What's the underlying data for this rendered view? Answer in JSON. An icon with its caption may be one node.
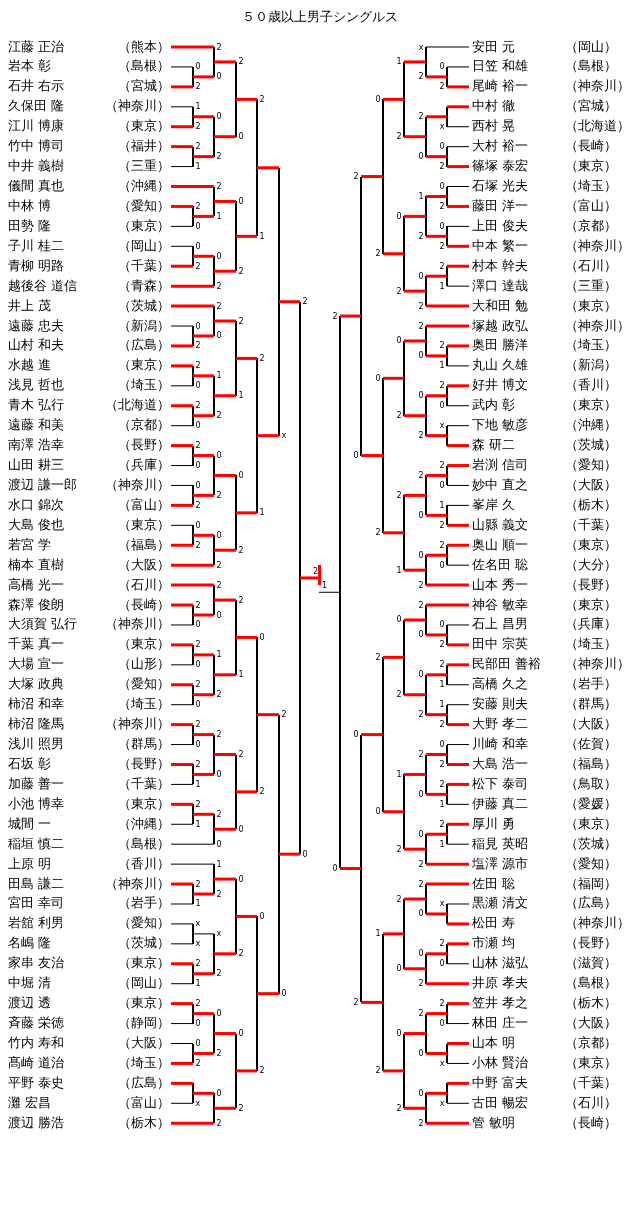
{
  "diagram": {
    "title": "５０歳以上男子シングルス",
    "nodes": [
      {
        "text": [
          "江藤 正治",
          "（熊本）"
        ]
      },
      {
        "text": [
          "岩本 彰",
          "（島根）"
        ]
      },
      {
        "text": [
          "石井 右示",
          "（宮城）"
        ]
      },
      {
        "text": [
          "久保田 隆",
          "（神奈川）"
        ]
      },
      {
        "text": [
          "江川 博康",
          "（東京）"
        ]
      },
      {
        "text": [
          "竹中 博司",
          "（福井）"
        ]
      },
      {
        "text": [
          "中井 義樹",
          "（三重）"
        ]
      },
      {
        "text": [
          "儀間 真也",
          "（沖縄）"
        ]
      },
      {
        "text": [
          "中林 博",
          "（愛知）"
        ]
      },
      {
        "text": [
          "田勢 隆",
          "（東京）"
        ]
      },
      {
        "text": [
          "子川 桂二",
          "（岡山）"
        ]
      },
      {
        "text": [
          "青柳 明路",
          "（千葉）"
        ]
      },
      {
        "text": [
          "越後谷 道信",
          "（青森）"
        ]
      },
      {
        "text": [
          "井上 茂",
          "（茨城）"
        ]
      },
      {
        "text": [
          "遠藤 忠夫",
          "（新潟）"
        ]
      },
      {
        "text": [
          "山村 和夫",
          "（広島）"
        ]
      },
      {
        "text": [
          "水越 進",
          "（東京）"
        ]
      },
      {
        "text": [
          "浅見 哲也",
          "（埼玉）"
        ]
      },
      {
        "text": [
          "青木 弘行",
          "（北海道）"
        ]
      },
      {
        "text": [
          "遠藤 和美",
          "（京都）"
        ]
      },
      {
        "text": [
          "南澤 浩幸",
          "（長野）"
        ]
      },
      {
        "text": [
          "山田 耕三",
          "（兵庫）"
        ]
      },
      {
        "text": [
          "渡辺 謙一郎",
          "（神奈川）"
        ]
      },
      {
        "text": [
          "水口 錦次",
          "（富山）"
        ]
      },
      {
        "text": [
          "大島 俊也",
          "（東京）"
        ]
      },
      {
        "text": [
          "若宮 学",
          "（福島）"
        ]
      },
      {
        "text": [
          "楠本 直樹",
          "（大阪）"
        ]
      },
      {
        "text": [
          "高橋 光一",
          "（石川）"
        ]
      },
      {
        "text": [
          "森澤 俊朗",
          "（長崎）"
        ]
      },
      {
        "text": [
          "大須賀 弘行",
          "（神奈川）"
        ]
      },
      {
        "text": [
          "千葉 真一",
          "（東京）"
        ]
      },
      {
        "text": [
          "大場 宣一",
          "（山形）"
        ]
      },
      {
        "text": [
          "大塚 政典",
          "（愛知）"
        ]
      },
      {
        "text": [
          "柿沼 和幸",
          "（埼玉）"
        ]
      },
      {
        "text": [
          "柿沼 隆馬",
          "（神奈川）"
        ]
      },
      {
        "text": [
          "浅川 照男",
          "（群馬）"
        ]
      },
      {
        "text": [
          "石坂 彰",
          "（長野）"
        ]
      },
      {
        "text": [
          "加藤 善一",
          "（千葉）"
        ]
      },
      {
        "text": [
          "小池 博幸",
          "（東京）"
        ]
      },
      {
        "text": [
          "城間 一",
          "（沖縄）"
        ]
      },
      {
        "text": [
          "稲垣 慎二",
          "（島根）"
        ]
      },
      {
        "text": [
          "上原 明",
          "（香川）"
        ]
      },
      {
        "text": [
          "田島 謙二",
          "（神奈川）"
        ]
      },
      {
        "text": [
          "宮田 幸司",
          "（岩手）"
        ]
      },
      {
        "text": [
          "岩舘 利男",
          "（愛知）"
        ]
      },
      {
        "text": [
          "名嶋 隆",
          "（茨城）"
        ]
      },
      {
        "text": [
          "家串 友治",
          "（東京）"
        ]
      },
      {
        "text": [
          "中堀 清",
          "（岡山）"
        ]
      },
      {
        "text": [
          "渡辺 透",
          "（東京）"
        ]
      },
      {
        "text": [
          "斉藤 栄徳",
          "（静岡）"
        ]
      },
      {
        "text": [
          "竹内 寿和",
          "（大阪）"
        ]
      },
      {
        "text": [
          "髙崎 道治",
          "（埼玉）"
        ]
      },
      {
        "text": [
          "平野 泰史",
          "（広島）"
        ]
      },
      {
        "text": [
          "灘 宏昌",
          "（富山）"
        ]
      },
      {
        "text": [
          "渡辺 勝浩",
          "（栃木）"
        ]
      },
      {
        "text": [
          "安田 元",
          "（岡山）"
        ]
      },
      {
        "text": [
          "日笠 和雄",
          "（島根）"
        ]
      },
      {
        "text": [
          "尾崎 裕一",
          "（神奈川）"
        ]
      },
      {
        "text": [
          "中村 徹",
          "（宮城）"
        ]
      },
      {
        "text": [
          "西村 晃",
          "（北海道）"
        ]
      },
      {
        "text": [
          "大村 裕一",
          "（長崎）"
        ]
      },
      {
        "text": [
          "篠塚 泰宏",
          "（東京）"
        ]
      },
      {
        "text": [
          "石塚 光夫",
          "（埼玉）"
        ]
      },
      {
        "text": [
          "藤田 洋一",
          "（富山）"
        ]
      },
      {
        "text": [
          "上田 俊夫",
          "（京都）"
        ]
      },
      {
        "text": [
          "中本 繁一",
          "（神奈川）"
        ]
      },
      {
        "text": [
          "村本 幹夫",
          "（石川）"
        ]
      },
      {
        "text": [
          "澤口 達哉",
          "（三重）"
        ]
      },
      {
        "text": [
          "大和田 勉",
          "（東京）"
        ]
      },
      {
        "text": [
          "塚越 政弘",
          "（神奈川）"
        ]
      },
      {
        "text": [
          "奥田 勝洋",
          "（埼玉）"
        ]
      },
      {
        "text": [
          "丸山 久雄",
          "（新潟）"
        ]
      },
      {
        "text": [
          "好井 博文",
          "（香川）"
        ]
      },
      {
        "text": [
          "武内 彰",
          "（東京）"
        ]
      },
      {
        "text": [
          "下地 敏彦",
          "（沖縄）"
        ]
      },
      {
        "text": [
          "森 研二",
          "（茨城）"
        ]
      },
      {
        "text": [
          "岩渕 信司",
          "（愛知）"
        ]
      },
      {
        "text": [
          "妙中 直之",
          "（大阪）"
        ]
      },
      {
        "text": [
          "峯岸 久",
          "（栃木）"
        ]
      },
      {
        "text": [
          "山縣 義文",
          "（千葉）"
        ]
      },
      {
        "text": [
          "奥山 順一",
          "（東京）"
        ]
      },
      {
        "text": [
          "佐名田 聡",
          "（大分）"
        ]
      },
      {
        "text": [
          "山本 秀一",
          "（長野）"
        ]
      },
      {
        "text": [
          "神谷 敏幸",
          "（東京）"
        ]
      },
      {
        "text": [
          "石上 昌男",
          "（兵庫）"
        ]
      },
      {
        "text": [
          "田中 宗英",
          "（埼玉）"
        ]
      },
      {
        "text": [
          "民部田 善裕",
          "（神奈川）"
        ]
      },
      {
        "text": [
          "高橋 久之",
          "（岩手）"
        ]
      },
      {
        "text": [
          "安藤 則夫",
          "（群馬）"
        ]
      },
      {
        "text": [
          "大野 孝二",
          "（大阪）"
        ]
      },
      {
        "text": [
          "川崎 和幸",
          "（佐賀）"
        ]
      },
      {
        "text": [
          "大島 浩一",
          "（福島）"
        ]
      },
      {
        "text": [
          "松下 泰司",
          "（鳥取）"
        ]
      },
      {
        "text": [
          "伊藤 真二",
          "（愛媛）"
        ]
      },
      {
        "text": [
          "厚川 勇",
          "（東京）"
        ]
      },
      {
        "text": [
          "稲見 英昭",
          "（茨城）"
        ]
      },
      {
        "text": [
          "塩澤 源市",
          "（愛知）"
        ]
      },
      {
        "text": [
          "佐田 聡",
          "（福岡）"
        ]
      },
      {
        "text": [
          "黒瀬 清文",
          "（広島）"
        ]
      },
      {
        "text": [
          "松田 寿",
          "（神奈川）"
        ]
      },
      {
        "text": [
          "市瀬 均",
          "（長野）"
        ]
      },
      {
        "text": [
          "山林 滋弘",
          "（滋賀）"
        ]
      },
      {
        "text": [
          "井原 孝夫",
          "（島根）"
        ]
      },
      {
        "text": [
          "笠井 孝之",
          "（栃木）"
        ]
      },
      {
        "text": [
          "林田 庄一",
          "（大阪）"
        ]
      },
      {
        "text": [
          "山本 明",
          "（京都）"
        ]
      },
      {
        "text": [
          "小林 賢治",
          "（東京）"
        ]
      },
      {
        "text": [
          "中野 富夫",
          "（千葉）"
        ]
      },
      {
        "text": [
          "古田 暢宏",
          "（石川）"
        ]
      },
      {
        "text": [
          "管 敏明",
          "（長崎）"
        ]
      },
      {
        "text": [],
        "shape": "bar"
      },
      {
        "text": [],
        "shape": "bar"
      },
      {
        "text": [],
        "shape": "bar"
      },
      {
        "text": [],
        "shape": "bar"
      },
      {
        "text": [],
        "shape": "bar"
      },
      {
        "text": [],
        "shape": "bar"
      },
      {
        "text": [],
        "shape": "bar"
      },
      {
        "text": [],
        "shape": "bar"
      },
      {
        "text": [],
        "shape": "bar"
      },
      {
        "text": [],
        "shape": "bar"
      },
      {
        "text": [],
        "shape": "bar"
      },
      {
        "text": [],
        "shape": "bar"
      },
      {
        "text": [],
        "shape": "bar"
      },
      {
        "text": [],
        "shape": "bar"
      },
      {
        "text": [],
        "shape": "bar"
      },
      {
        "text": [],
        "shape": "bar"
      },
      {
        "text": [],
        "shape": "bar"
      },
      {
        "text": [],
        "shape": "bar"
      },
      {
        "text": [],
        "shape": "bar"
      },
      {
        "text": [],
        "shape": "bar"
      },
      {
        "text": [],
        "shape": "bar"
      },
      {
        "text": [],
        "shape": "bar"
      },
      {
        "text": [],
        "shape": "bar"
      },
      {
        "text": [],
        "shape": "bar"
      },
      {
        "text": [],
        "shape": "bar"
      },
      {
        "text": [],
        "shape": "bar"
      },
      {
        "text": [],
        "shape": "bar"
      },
      {
        "text": [],
        "shape": "bar"
      },
      {
        "text": [],
        "shape": "bar"
      },
      {
        "text": [],
        "shape": "bar"
      },
      {
        "text": [],
        "shape": "bar"
      },
      {
        "text": [],
        "shape": "bar"
      },
      {
        "text": [],
        "shape": "bar"
      },
      {
        "text": [],
        "shape": "bar"
      },
      {
        "text": [],
        "shape": "bar"
      },
      {
        "text": [],
        "shape": "bar"
      },
      {
        "text": [],
        "shape": "bar"
      },
      {
        "text": [],
        "shape": "bar"
      },
      {
        "text": [],
        "shape": "bar"
      },
      {
        "text": [],
        "shape": "bar"
      },
      {
        "text": [],
        "shape": "bar"
      },
      {
        "text": [],
        "shape": "bar"
      },
      {
        "text": [],
        "shape": "bar"
      },
      {
        "text": [],
        "shape": "bar"
      },
      {
        "text": [],
        "shape": "bar"
      },
      {
        "text": [],
        "shape": "bar"
      },
      {
        "text": [],
        "shape": "bar"
      },
      {
        "text": [],
        "shape": "bar"
      },
      {
        "text": [],
        "shape": "bar"
      },
      {
        "text": [],
        "shape": "bar"
      },
      {
        "text": [],
        "shape": "bar"
      },
      {
        "text": [],
        "shape": "bar"
      },
      {
        "text": [],
        "shape": "bar"
      },
      {
        "text": [],
        "shape": "bar"
      },
      {
        "text": [],
        "shape": "bar"
      },
      {
        "text": [],
        "shape": "bar"
      },
      {
        "text": [],
        "shape": "bar"
      },
      {
        "text": [],
        "shape": "bar"
      },
      {
        "text": [],
        "shape": "bar"
      },
      {
        "text": [],
        "shape": "bar"
      },
      {
        "text": [],
        "shape": "bar"
      },
      {
        "text": [],
        "shape": "bar"
      },
      {
        "text": [],
        "shape": "bar"
      },
      {
        "text": [],
        "shape": "bar"
      },
      {
        "text": [],
        "shape": "bar"
      },
      {
        "text": [],
        "shape": "bar"
      },
      {
        "text": [],
        "shape": "bar"
      },
      {
        "text": [],
        "shape": "bar"
      },
      {
        "text": [],
        "shape": "bar"
      },
      {
        "text": [],
        "shape": "bar"
      },
      {
        "text": [],
        "shape": "bar"
      },
      {
        "text": [],
        "shape": "bar"
      },
      {
        "text": [],
        "shape": "bar"
      },
      {
        "text": [],
        "shape": "bar"
      },
      {
        "text": [],
        "shape": "bar"
      },
      {
        "text": [],
        "shape": "bar"
      },
      {
        "text": [],
        "shape": "bar"
      },
      {
        "text": [],
        "shape": "bar"
      },
      {
        "text": [],
        "shape": "bar"
      },
      {
        "text": [],
        "shape": "bar"
      },
      {
        "text": [],
        "shape": "bar"
      },
      {
        "text": [],
        "shape": "bar"
      },
      {
        "text": [],
        "shape": "bar"
      },
      {
        "text": [],
        "shape": "bar"
      },
      {
        "text": [],
        "shape": "bar"
      },
      {
        "text": [],
        "shape": "bar"
      },
      {
        "text": [],
        "shape": "bar"
      },
      {
        "text": [],
        "shape": "bar"
      },
      {
        "text": [],
        "shape": "bar"
      },
      {
        "text": [],
        "shape": "bar"
      },
      {
        "text": [],
        "shape": "bar"
      },
      {
        "text": [],
        "shape": "bar"
      },
      {
        "text": [],
        "shape": "bar"
      },
      {
        "text": [],
        "shape": "bar"
      },
      {
        "text": [],
        "shape": "bar"
      },
      {
        "text": [],
        "shape": "bar"
      },
      {
        "text": [],
        "shape": "bar"
      },
      {
        "text": [],
        "shape": "bar"
      },
      {
        "text": [],
        "shape": "bar"
      },
      {
        "text": [],
        "shape": "bar"
      },
      {
        "text": [],
        "shape": "bar"
      },
      {
        "text": [],
        "shape": "bar"
      },
      {
        "text": [],
        "shape": "bar"
      },
      {
        "text": [],
        "shape": "bar"
      },
      {
        "text": [],
        "shape": "bar"
      },
      {
        "text": [],
        "shape": "bar"
      },
      {
        "text": [],
        "shape": "bar"
      },
      {
        "text": [],
        "shape": "bar"
      },
      {
        "text": [],
        "shape": "bar"
      }
    ],
    "edges": [
      {
        "from": 1,
        "to": 110,
        "arrow": "none",
        "label": "0",
        "color": "#000000"
      },
      {
        "from": 2,
        "to": 110,
        "arrow": "none",
        "label": "2"
      },
      {
        "from": 0,
        "to": 111,
        "arrow": "none",
        "label": "2"
      },
      {
        "from": 110,
        "to": 111,
        "arrow": "none",
        "label": "0"
      },
      {
        "from": 3,
        "to": 112,
        "arrow": "none",
        "label": "1",
        "color": "#000000"
      },
      {
        "from": 4,
        "to": 112,
        "arrow": "none",
        "label": "2"
      },
      {
        "from": 5,
        "to": 113,
        "arrow": "none",
        "label": "2"
      },
      {
        "from": 6,
        "to": 113,
        "arrow": "none",
        "label": "1",
        "color": "#000000"
      },
      {
        "from": 112,
        "to": 114,
        "arrow": "none",
        "label": "0"
      },
      {
        "from": 113,
        "to": 114,
        "arrow": "none",
        "label": "2"
      },
      {
        "from": 111,
        "to": 115,
        "arrow": "none",
        "label": "2"
      },
      {
        "from": 114,
        "to": 115,
        "arrow": "none",
        "label": "0"
      },
      {
        "from": 8,
        "to": 116,
        "arrow": "none",
        "label": "2"
      },
      {
        "from": 9,
        "to": 116,
        "arrow": "none",
        "label": "0",
        "color": "#000000"
      },
      {
        "from": 7,
        "to": 117,
        "arrow": "none",
        "label": "2"
      },
      {
        "from": 116,
        "to": 117,
        "arrow": "none",
        "label": "1"
      },
      {
        "from": 10,
        "to": 118,
        "arrow": "none",
        "label": "0",
        "color": "#000000"
      },
      {
        "from": 11,
        "to": 118,
        "arrow": "none",
        "label": "2"
      },
      {
        "from": 118,
        "to": 119,
        "arrow": "none",
        "label": "0"
      },
      {
        "from": 12,
        "to": 119,
        "arrow": "none",
        "label": "2"
      },
      {
        "from": 117,
        "to": 120,
        "arrow": "none",
        "label": "0"
      },
      {
        "from": 119,
        "to": 120,
        "arrow": "none",
        "label": "2"
      },
      {
        "from": 115,
        "to": 121,
        "arrow": "none",
        "label": "2"
      },
      {
        "from": 120,
        "to": 121,
        "arrow": "none",
        "label": "1"
      },
      {
        "from": 14,
        "to": 122,
        "arrow": "none",
        "label": "0",
        "color": "#000000"
      },
      {
        "from": 15,
        "to": 122,
        "arrow": "none",
        "label": "2"
      },
      {
        "from": 13,
        "to": 123,
        "arrow": "none",
        "label": "2"
      },
      {
        "from": 122,
        "to": 123,
        "arrow": "none",
        "label": "0"
      },
      {
        "from": 16,
        "to": 124,
        "arrow": "none",
        "label": "2"
      },
      {
        "from": 17,
        "to": 124,
        "arrow": "none",
        "label": "0",
        "color": "#000000"
      },
      {
        "from": 18,
        "to": 125,
        "arrow": "none",
        "label": "2"
      },
      {
        "from": 19,
        "to": 125,
        "arrow": "none",
        "label": "0",
        "color": "#000000"
      },
      {
        "from": 124,
        "to": 126,
        "arrow": "none",
        "label": "1"
      },
      {
        "from": 125,
        "to": 126,
        "arrow": "none",
        "label": "2"
      },
      {
        "from": 123,
        "to": 127,
        "arrow": "none",
        "label": "2"
      },
      {
        "from": 126,
        "to": 127,
        "arrow": "none",
        "label": "1"
      },
      {
        "from": 20,
        "to": 128,
        "arrow": "none",
        "label": "2"
      },
      {
        "from": 21,
        "to": 128,
        "arrow": "none",
        "label": "0",
        "color": "#000000"
      },
      {
        "from": 22,
        "to": 129,
        "arrow": "none",
        "label": "0",
        "color": "#000000"
      },
      {
        "from": 23,
        "to": 129,
        "arrow": "none",
        "label": "2"
      },
      {
        "from": 128,
        "to": 130,
        "arrow": "none",
        "label": "0"
      },
      {
        "from": 129,
        "to": 130,
        "arrow": "none",
        "label": "2"
      },
      {
        "from": 24,
        "to": 131,
        "arrow": "none",
        "label": "0",
        "color": "#000000"
      },
      {
        "from": 25,
        "to": 131,
        "arrow": "none",
        "label": "2"
      },
      {
        "from": 131,
        "to": 132,
        "arrow": "none",
        "label": "0"
      },
      {
        "from": 26,
        "to": 132,
        "arrow": "none",
        "label": "2"
      },
      {
        "from": 130,
        "to": 133,
        "arrow": "none",
        "label": "0"
      },
      {
        "from": 132,
        "to": 133,
        "arrow": "none",
        "label": "2"
      },
      {
        "from": 127,
        "to": 134,
        "arrow": "none",
        "label": "2"
      },
      {
        "from": 133,
        "to": 134,
        "arrow": "none",
        "label": "1"
      },
      {
        "from": 121,
        "to": 135,
        "arrow": "none"
      },
      {
        "from": 134,
        "to": 135,
        "arrow": "none",
        "label": "x"
      },
      {
        "from": 28,
        "to": 136,
        "arrow": "none",
        "label": "2"
      },
      {
        "from": 29,
        "to": 136,
        "arrow": "none",
        "label": "0",
        "color": "#000000"
      },
      {
        "from": 27,
        "to": 137,
        "arrow": "none",
        "label": "2"
      },
      {
        "from": 136,
        "to": 137,
        "arrow": "none",
        "label": "0"
      },
      {
        "from": 30,
        "to": 138,
        "arrow": "none",
        "label": "2"
      },
      {
        "from": 31,
        "to": 138,
        "arrow": "none",
        "label": "0",
        "color": "#000000"
      },
      {
        "from": 32,
        "to": 139,
        "arrow": "none",
        "label": "2"
      },
      {
        "from": 33,
        "to": 139,
        "arrow": "none",
        "label": "0",
        "color": "#000000"
      },
      {
        "from": 138,
        "to": 140,
        "arrow": "none",
        "label": "1"
      },
      {
        "from": 139,
        "to": 140,
        "arrow": "none",
        "label": "2"
      },
      {
        "from": 137,
        "to": 141,
        "arrow": "none",
        "label": "2"
      },
      {
        "from": 140,
        "to": 141,
        "arrow": "none",
        "label": "1"
      },
      {
        "from": 34,
        "to": 142,
        "arrow": "none",
        "label": "2"
      },
      {
        "from": 35,
        "to": 142,
        "arrow": "none",
        "label": "0",
        "color": "#000000"
      },
      {
        "from": 36,
        "to": 143,
        "arrow": "none",
        "label": "2"
      },
      {
        "from": 37,
        "to": 143,
        "arrow": "none",
        "label": "1",
        "color": "#000000"
      },
      {
        "from": 142,
        "to": 144,
        "arrow": "none",
        "label": "2"
      },
      {
        "from": 143,
        "to": 144,
        "arrow": "none",
        "label": "0"
      },
      {
        "from": 38,
        "to": 145,
        "arrow": "none",
        "label": "2"
      },
      {
        "from": 39,
        "to": 145,
        "arrow": "none",
        "label": "1",
        "color": "#000000"
      },
      {
        "from": 145,
        "to": 146,
        "arrow": "none",
        "label": "2"
      },
      {
        "from": 40,
        "to": 146,
        "arrow": "none",
        "label": "0",
        "color": "#000000"
      },
      {
        "from": 144,
        "to": 147,
        "arrow": "none",
        "label": "2"
      },
      {
        "from": 146,
        "to": 147,
        "arrow": "none",
        "label": "0"
      },
      {
        "from": 141,
        "to": 148,
        "arrow": "none",
        "label": "0"
      },
      {
        "from": 147,
        "to": 148,
        "arrow": "none",
        "label": "2"
      },
      {
        "from": 42,
        "to": 149,
        "arrow": "none",
        "label": "2"
      },
      {
        "from": 43,
        "to": 149,
        "arrow": "none",
        "label": "1",
        "color": "#000000"
      },
      {
        "from": 41,
        "to": 150,
        "arrow": "none",
        "label": "1",
        "color": "#000000"
      },
      {
        "from": 149,
        "to": 150,
        "arrow": "none",
        "label": "2"
      },
      {
        "from": 44,
        "to": 151,
        "arrow": "none",
        "label": "x",
        "color": "#000000"
      },
      {
        "from": 45,
        "to": 151,
        "arrow": "none",
        "label": "x",
        "color": "#000000"
      },
      {
        "from": 46,
        "to": 152,
        "arrow": "none",
        "label": "2"
      },
      {
        "from": 47,
        "to": 152,
        "arrow": "none",
        "label": "1",
        "color": "#000000"
      },
      {
        "from": 151,
        "to": 153,
        "arrow": "none",
        "label": "x",
        "color": "#000000"
      },
      {
        "from": 152,
        "to": 153,
        "arrow": "none",
        "label": "2"
      },
      {
        "from": 150,
        "to": 154,
        "arrow": "none",
        "label": "0"
      },
      {
        "from": 153,
        "to": 154,
        "arrow": "none",
        "label": "2"
      },
      {
        "from": 48,
        "to": 155,
        "arrow": "none",
        "label": "2"
      },
      {
        "from": 49,
        "to": 155,
        "arrow": "none",
        "label": "0",
        "color": "#000000"
      },
      {
        "from": 50,
        "to": 156,
        "arrow": "none",
        "label": "0",
        "color": "#000000"
      },
      {
        "from": 51,
        "to": 156,
        "arrow": "none",
        "label": "2"
      },
      {
        "from": 155,
        "to": 157,
        "arrow": "none",
        "label": "0"
      },
      {
        "from": 156,
        "to": 157,
        "arrow": "none",
        "label": "2"
      },
      {
        "from": 52,
        "to": 158,
        "arrow": "none"
      },
      {
        "from": 53,
        "to": 158,
        "arrow": "none",
        "label": "x",
        "color": "#000000"
      },
      {
        "from": 158,
        "to": 159,
        "arrow": "none",
        "label": "0"
      },
      {
        "from": 54,
        "to": 159,
        "arrow": "none",
        "label": "2"
      },
      {
        "from": 157,
        "to": 160,
        "arrow": "none",
        "label": "0"
      },
      {
        "from": 159,
        "to": 160,
        "arrow": "none",
        "label": "2"
      },
      {
        "from": 154,
        "to": 161,
        "arrow": "none",
        "label": "0"
      },
      {
        "from": 160,
        "to": 161,
        "arrow": "none",
        "label": "2"
      },
      {
        "from": 148,
        "to": 162,
        "arrow": "none",
        "label": "2"
      },
      {
        "from": 161,
        "to": 162,
        "arrow": "none",
        "label": "0"
      },
      {
        "from": 135,
        "to": 163,
        "arrow": "none",
        "label": "2"
      },
      {
        "from": 162,
        "to": 163,
        "arrow": "none",
        "label": "0"
      },
      {
        "from": 56,
        "to": 164,
        "arrow": "none",
        "label": "0",
        "color": "#000000"
      },
      {
        "from": 57,
        "to": 164,
        "arrow": "none",
        "label": "2"
      },
      {
        "from": 55,
        "to": 165,
        "arrow": "none",
        "label": "x",
        "color": "#000000"
      },
      {
        "from": 164,
        "to": 165,
        "arrow": "none",
        "label": "2"
      },
      {
        "from": 58,
        "to": 166,
        "arrow": "none"
      },
      {
        "from": 59,
        "to": 166,
        "arrow": "none",
        "label": "x",
        "color": "#000000"
      },
      {
        "from": 60,
        "to": 167,
        "arrow": "none",
        "label": "0",
        "color": "#000000"
      },
      {
        "from": 61,
        "to": 167,
        "arrow": "none",
        "label": "2"
      },
      {
        "from": 166,
        "to": 168,
        "arrow": "none",
        "label": "2"
      },
      {
        "from": 167,
        "to": 168,
        "arrow": "none",
        "label": "0"
      },
      {
        "from": 165,
        "to": 169,
        "arrow": "none",
        "label": "1"
      },
      {
        "from": 168,
        "to": 169,
        "arrow": "none",
        "label": "2"
      },
      {
        "from": 62,
        "to": 170,
        "arrow": "none",
        "label": "0",
        "color": "#000000"
      },
      {
        "from": 63,
        "to": 170,
        "arrow": "none",
        "label": "2"
      },
      {
        "from": 64,
        "to": 171,
        "arrow": "none",
        "label": "0",
        "color": "#000000"
      },
      {
        "from": 65,
        "to": 171,
        "arrow": "none",
        "label": "2"
      },
      {
        "from": 170,
        "to": 172,
        "arrow": "none",
        "label": "1"
      },
      {
        "from": 171,
        "to": 172,
        "arrow": "none",
        "label": "2"
      },
      {
        "from": 66,
        "to": 173,
        "arrow": "none",
        "label": "2"
      },
      {
        "from": 67,
        "to": 173,
        "arrow": "none",
        "label": "1",
        "color": "#000000"
      },
      {
        "from": 173,
        "to": 174,
        "arrow": "none",
        "label": "0"
      },
      {
        "from": 68,
        "to": 174,
        "arrow": "none",
        "label": "2"
      },
      {
        "from": 172,
        "to": 175,
        "arrow": "none",
        "label": "0"
      },
      {
        "from": 174,
        "to": 175,
        "arrow": "none",
        "label": "2"
      },
      {
        "from": 169,
        "to": 176,
        "arrow": "none",
        "label": "0"
      },
      {
        "from": 175,
        "to": 176,
        "arrow": "none",
        "label": "2"
      },
      {
        "from": 70,
        "to": 177,
        "arrow": "none",
        "label": "2"
      },
      {
        "from": 71,
        "to": 177,
        "arrow": "none",
        "label": "1",
        "color": "#000000"
      },
      {
        "from": 69,
        "to": 178,
        "arrow": "none",
        "label": "2"
      },
      {
        "from": 177,
        "to": 178,
        "arrow": "none",
        "label": "0"
      },
      {
        "from": 72,
        "to": 179,
        "arrow": "none",
        "label": "2"
      },
      {
        "from": 73,
        "to": 179,
        "arrow": "none",
        "label": "0",
        "color": "#000000"
      },
      {
        "from": 74,
        "to": 180,
        "arrow": "none",
        "label": "x",
        "color": "#000000"
      },
      {
        "from": 75,
        "to": 180,
        "arrow": "none"
      },
      {
        "from": 179,
        "to": 181,
        "arrow": "none",
        "label": "0"
      },
      {
        "from": 180,
        "to": 181,
        "arrow": "none",
        "label": "2"
      },
      {
        "from": 178,
        "to": 182,
        "arrow": "none",
        "label": "0"
      },
      {
        "from": 181,
        "to": 182,
        "arrow": "none",
        "label": "2"
      },
      {
        "from": 76,
        "to": 183,
        "arrow": "none",
        "label": "2"
      },
      {
        "from": 77,
        "to": 183,
        "arrow": "none",
        "label": "0",
        "color": "#000000"
      },
      {
        "from": 78,
        "to": 184,
        "arrow": "none",
        "label": "1",
        "color": "#000000"
      },
      {
        "from": 79,
        "to": 184,
        "arrow": "none",
        "label": "2"
      },
      {
        "from": 183,
        "to": 185,
        "arrow": "none",
        "label": "2"
      },
      {
        "from": 184,
        "to": 185,
        "arrow": "none",
        "label": "0"
      },
      {
        "from": 80,
        "to": 186,
        "arrow": "none",
        "label": "2"
      },
      {
        "from": 81,
        "to": 186,
        "arrow": "none",
        "label": "0",
        "color": "#000000"
      },
      {
        "from": 186,
        "to": 187,
        "arrow": "none",
        "label": "0"
      },
      {
        "from": 82,
        "to": 187,
        "arrow": "none",
        "label": "2"
      },
      {
        "from": 185,
        "to": 188,
        "arrow": "none",
        "label": "2"
      },
      {
        "from": 187,
        "to": 188,
        "arrow": "none",
        "label": "1"
      },
      {
        "from": 182,
        "to": 189,
        "arrow": "none",
        "label": "0"
      },
      {
        "from": 188,
        "to": 189,
        "arrow": "none",
        "label": "2"
      },
      {
        "from": 176,
        "to": 190,
        "arrow": "none",
        "label": "2"
      },
      {
        "from": 189,
        "to": 190,
        "arrow": "none",
        "label": "0"
      },
      {
        "from": 84,
        "to": 191,
        "arrow": "none",
        "label": "0",
        "color": "#000000"
      },
      {
        "from": 85,
        "to": 191,
        "arrow": "none",
        "label": "2"
      },
      {
        "from": 83,
        "to": 192,
        "arrow": "none",
        "label": "2"
      },
      {
        "from": 191,
        "to": 192,
        "arrow": "none",
        "label": "0"
      },
      {
        "from": 86,
        "to": 193,
        "arrow": "none",
        "label": "2"
      },
      {
        "from": 87,
        "to": 193,
        "arrow": "none",
        "label": "1",
        "color": "#000000"
      },
      {
        "from": 88,
        "to": 194,
        "arrow": "none",
        "label": "1",
        "color": "#000000"
      },
      {
        "from": 89,
        "to": 194,
        "arrow": "none",
        "label": "2"
      },
      {
        "from": 193,
        "to": 195,
        "arrow": "none",
        "label": "0"
      },
      {
        "from": 194,
        "to": 195,
        "arrow": "none",
        "label": "2"
      },
      {
        "from": 192,
        "to": 196,
        "arrow": "none",
        "label": "0"
      },
      {
        "from": 195,
        "to": 196,
        "arrow": "none",
        "label": "2"
      },
      {
        "from": 90,
        "to": 197,
        "arrow": "none",
        "label": "0",
        "color": "#000000"
      },
      {
        "from": 91,
        "to": 197,
        "arrow": "none",
        "label": "2"
      },
      {
        "from": 92,
        "to": 198,
        "arrow": "none",
        "label": "2"
      },
      {
        "from": 93,
        "to": 198,
        "arrow": "none",
        "label": "1",
        "color": "#000000"
      },
      {
        "from": 197,
        "to": 199,
        "arrow": "none",
        "label": "2"
      },
      {
        "from": 198,
        "to": 199,
        "arrow": "none",
        "label": "0"
      },
      {
        "from": 94,
        "to": 200,
        "arrow": "none",
        "label": "2"
      },
      {
        "from": 95,
        "to": 200,
        "arrow": "none",
        "label": "1",
        "color": "#000000"
      },
      {
        "from": 200,
        "to": 201,
        "arrow": "none",
        "label": "0"
      },
      {
        "from": 96,
        "to": 201,
        "arrow": "none",
        "label": "2"
      },
      {
        "from": 199,
        "to": 202,
        "arrow": "none",
        "label": "1"
      },
      {
        "from": 201,
        "to": 202,
        "arrow": "none",
        "label": "2"
      },
      {
        "from": 196,
        "to": 203,
        "arrow": "none",
        "label": "2"
      },
      {
        "from": 202,
        "to": 203,
        "arrow": "none",
        "label": "0"
      },
      {
        "from": 98,
        "to": 204,
        "arrow": "none",
        "label": "x",
        "color": "#000000"
      },
      {
        "from": 99,
        "to": 204,
        "arrow": "none"
      },
      {
        "from": 97,
        "to": 205,
        "arrow": "none",
        "label": "2"
      },
      {
        "from": 204,
        "to": 205,
        "arrow": "none",
        "label": "0"
      },
      {
        "from": 100,
        "to": 206,
        "arrow": "none",
        "label": "2"
      },
      {
        "from": 101,
        "to": 206,
        "arrow": "none",
        "label": "0",
        "color": "#000000"
      },
      {
        "from": 206,
        "to": 207,
        "arrow": "none",
        "label": "0"
      },
      {
        "from": 102,
        "to": 207,
        "arrow": "none",
        "label": "2"
      },
      {
        "from": 205,
        "to": 208,
        "arrow": "none",
        "label": "2"
      },
      {
        "from": 207,
        "to": 208,
        "arrow": "none",
        "label": "0"
      },
      {
        "from": 103,
        "to": 209,
        "arrow": "none",
        "label": "2"
      },
      {
        "from": 104,
        "to": 209,
        "arrow": "none",
        "label": "0",
        "color": "#000000"
      },
      {
        "from": 105,
        "to": 210,
        "arrow": "none"
      },
      {
        "from": 106,
        "to": 210,
        "arrow": "none",
        "label": "x",
        "color": "#000000"
      },
      {
        "from": 209,
        "to": 211,
        "arrow": "none",
        "label": "2"
      },
      {
        "from": 210,
        "to": 211,
        "arrow": "none",
        "label": "0"
      },
      {
        "from": 107,
        "to": 212,
        "arrow": "none"
      },
      {
        "from": 108,
        "to": 212,
        "arrow": "none",
        "label": "x",
        "color": "#000000"
      },
      {
        "from": 212,
        "to": 213,
        "arrow": "none",
        "label": "0"
      },
      {
        "from": 109,
        "to": 213,
        "arrow": "none",
        "label": "2"
      },
      {
        "from": 211,
        "to": 214,
        "arrow": "none",
        "label": "0"
      },
      {
        "from": 213,
        "to": 214,
        "arrow": "none",
        "label": "2"
      },
      {
        "from": 208,
        "to": 215,
        "arrow": "none",
        "label": "1"
      },
      {
        "from": 214,
        "to": 215,
        "arrow": "none",
        "label": "2"
      },
      {
        "from": 203,
        "to": 216,
        "arrow": "none",
        "label": "0"
      },
      {
        "from": 215,
        "to": 216,
        "arrow": "none",
        "label": "2"
      },
      {
        "from": 190,
        "to": 217,
        "arrow": "none",
        "label": "2"
      },
      {
        "from": 216,
        "to": 217,
        "arrow": "none",
        "label": "0"
      },
      {
        "from": 163,
        "to": 218,
        "arrow": "none",
        "label": "2"
      },
      {
        "from": 217,
        "to": 218,
        "arrow": "none",
        "label": "1",
        "color": "#000000"
      }
    ]
  }
}
